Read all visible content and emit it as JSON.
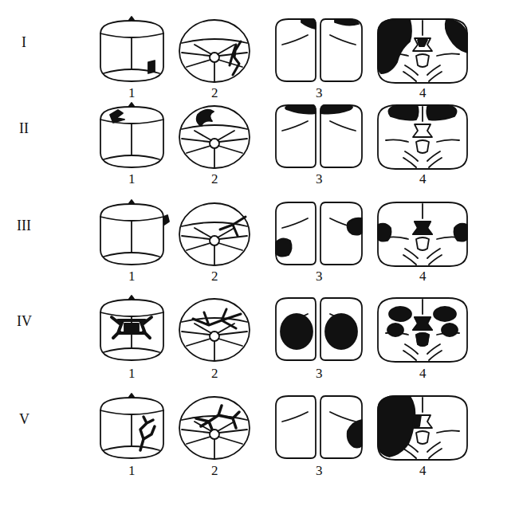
{
  "diagram": {
    "labels": [
      "I",
      "1",
      "2",
      "3",
      "4",
      "II",
      "1",
      "2",
      "3",
      "4",
      "III",
      "1",
      "2",
      "3",
      "4",
      "IV",
      "1",
      "2",
      "3",
      "4",
      "V",
      "1",
      "2",
      "3",
      "4"
    ]
  }
}
